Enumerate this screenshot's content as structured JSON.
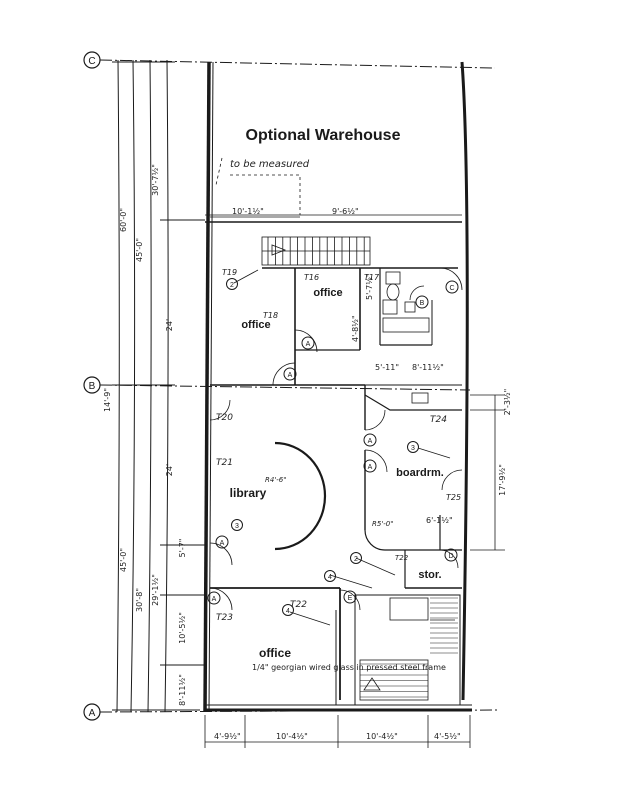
{
  "headline": "Optional Warehouse",
  "rooms": {
    "office_top_left": "office",
    "office_top_mid": "office",
    "library": "library",
    "boardroom": "boardrm.",
    "storage": "stor.",
    "office_bottom": "office"
  },
  "grid_lines": [
    "C",
    "B",
    "A"
  ],
  "room_codes": {
    "t18": "T18",
    "t16": "T16",
    "t17": "T17",
    "t19": "T19",
    "t20": "T20",
    "t21": "T21",
    "t22": "T22",
    "t23": "T23",
    "t24": "T24",
    "t25": "T25"
  },
  "door_codes": [
    "A",
    "B",
    "C",
    "D",
    "E"
  ],
  "notes": {
    "to_be_measured": "to be measured",
    "glass_note": "1/4\" georgian wired glass in pressed steel frame",
    "radius_1": "R4'-6\"",
    "radius_2": "R5'-0\""
  },
  "dimensions": {
    "top_left": "10'-1½\"",
    "top_right": "9'-6½\"",
    "side_upper": "30'-7½\"",
    "side_mid": "45'-0\"",
    "side_total_top": "60'-0\"",
    "side_lower": "30'-8\"",
    "side_low2": "29'-1½\"",
    "bay_1": "24'",
    "bay_2": "14'-9\"",
    "bay_3": "24'",
    "bay_4": "5'-7\"",
    "bay_5": "10'-5½\"",
    "bay_6": "8'-11½\"",
    "bottom_1": "4'-9½\"",
    "bottom_2": "10'-4½\"",
    "bottom_3": "10'-4½\"",
    "bottom_4": "4'-5½\"",
    "right_1": "2'-3½\"",
    "right_2": "17'-9½\"",
    "right_3": "6'-1½\"",
    "mid_1": "5'-11\"",
    "mid_2": "8'-11½\"",
    "wc_dim": "5'-7½\"",
    "office_dim": "4'-8½\""
  },
  "colors": {
    "ink": "#1a1a1a",
    "paper": "#ffffff"
  }
}
